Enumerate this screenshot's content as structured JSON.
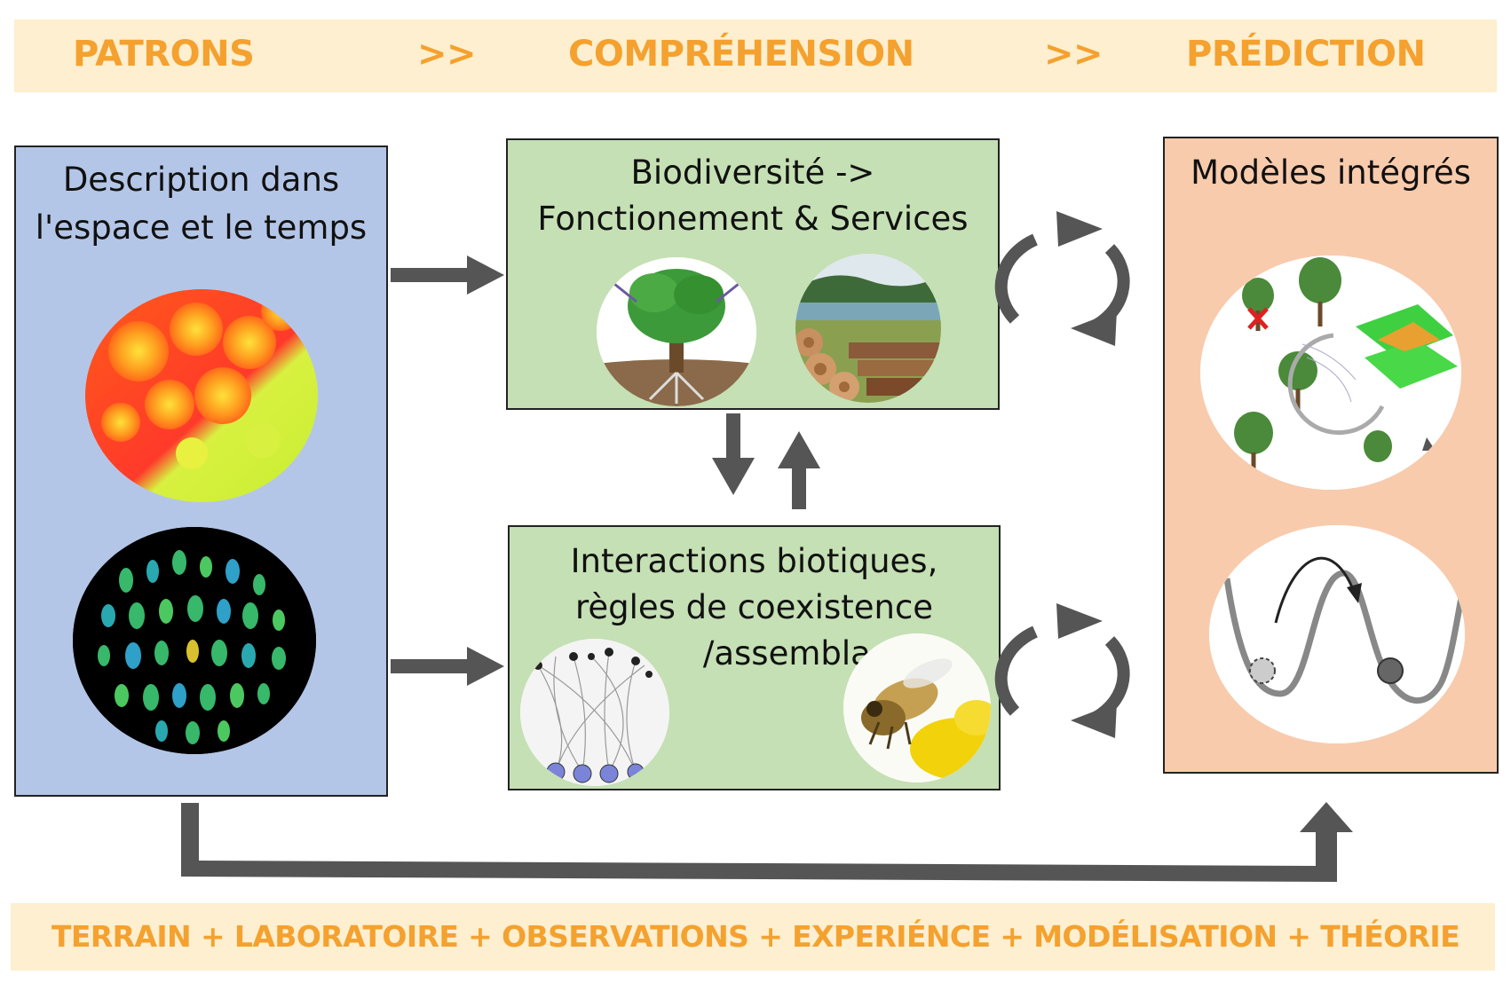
{
  "header": {
    "stage1": "PATRONS",
    "sep1": ">>",
    "stage2": "COMPRÉHENSION",
    "sep2": ">>",
    "stage3": "PRÉDICTION"
  },
  "boxes": {
    "description": {
      "line1": "Description dans",
      "line2": "l'espace et le temps"
    },
    "biodiversity": {
      "line1": "Biodiversité ->",
      "line2": "Fonctionement & Services"
    },
    "interactions": {
      "line1": "Interactions biotiques,",
      "line2": "règles de coexistence",
      "line3": "/assemblage"
    },
    "models": {
      "line1": "Modèles intégrés"
    }
  },
  "footer": {
    "text": "TERRAIN + LABORATOIRE + OBSERVATIONS + EXPERIÉNCE + MODÉLISATION + THÉORIE"
  },
  "colors": {
    "band": "#fdefcf",
    "accent_text": "#f4a12f",
    "blue_box": "#b4c6e7",
    "green_box": "#c5e0b4",
    "peach_box": "#f8cbad",
    "arrow": "#555555"
  },
  "icons": [
    "thermal-canopy-image",
    "leaf-collection-image",
    "tree-diagram-image",
    "logs-lake-image",
    "interaction-network-image",
    "bee-flower-image",
    "forest-model-image",
    "potential-landscape-image",
    "cycle-arrows-icon"
  ]
}
